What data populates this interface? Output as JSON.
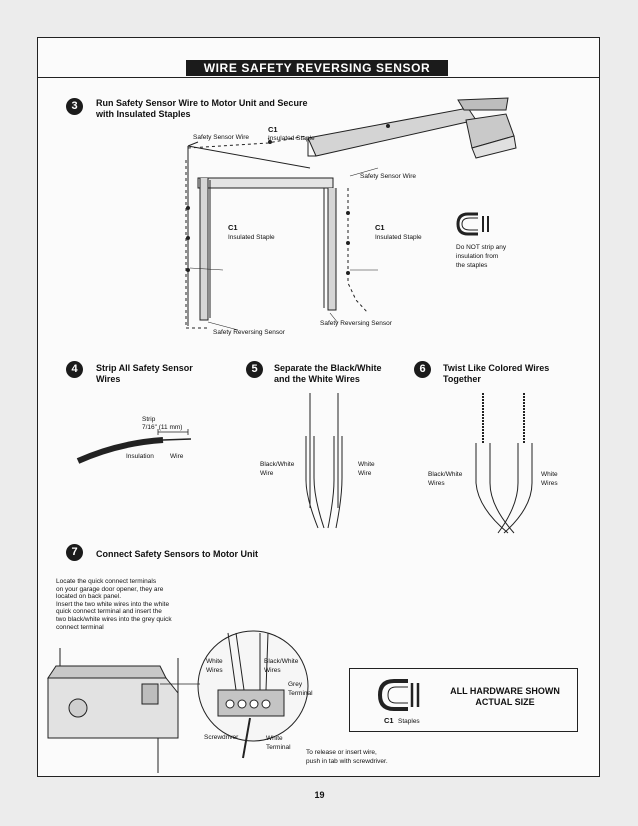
{
  "title": "WIRE SAFETY REVERSING SENSOR",
  "step3": {
    "number": "3",
    "title_line1": "Run Safety Sensor Wire to Motor Unit and Secure",
    "title_line2": "with Insulated Staples",
    "safety_sensor_wire_top": "Safety Sensor Wire",
    "c1_top": "C1",
    "insulated_staple_top": "Insulated Staple",
    "safety_sensor_wire_right": "Safety Sensor Wire",
    "c1_left": "C1",
    "insulated_staple_left": "Insulated Staple",
    "c1_right": "C1",
    "insulated_staple_right": "Insulated Staple",
    "do_not_strip_1": "Do NOT strip any",
    "do_not_strip_2": "insulation from",
    "do_not_strip_3": "the staples",
    "sensor_left": "Safety Reversing Sensor",
    "sensor_right": "Safety Reversing Sensor"
  },
  "step4": {
    "number": "4",
    "title_line1": "Strip All Safety Sensor",
    "title_line2": "Wires",
    "strip": "Strip",
    "strip_length": "7/16\" (11 mm)",
    "insulation": "Insulation",
    "wire": "Wire"
  },
  "step5": {
    "number": "5",
    "title_line1": "Separate the Black/White",
    "title_line2": "and the White Wires",
    "bw_1": "Black/White",
    "bw_2": "Wire",
    "w_1": "White",
    "w_2": "Wire"
  },
  "step6": {
    "number": "6",
    "title_line1": "Twist Like Colored Wires",
    "title_line2": "Together",
    "bw_1": "Black/White",
    "bw_2": "Wires",
    "w_1": "White",
    "w_2": "Wires"
  },
  "step7": {
    "number": "7",
    "title": "Connect Safety Sensors to Motor Unit",
    "text_1": "Locate the quick connect terminals",
    "text_2": "on your garage door opener, they are",
    "text_3": "located on back panel.",
    "text_4": "Insert the two white wires into the white",
    "text_5": "quick connect terminal and insert the",
    "text_6": "two black/white wires into the grey quick",
    "text_7": "connect terminal",
    "white_wires_1": "White",
    "white_wires_2": "Wires",
    "bw_wires_1": "Black/White",
    "bw_wires_2": "Wires",
    "grey_terminal_1": "Grey",
    "grey_terminal_2": "Terminal",
    "screwdriver": "Screwdriver",
    "white_terminal_1": "White",
    "white_terminal_2": "Terminal",
    "release_1": "To release or insert wire,",
    "release_2": "push in tab with screwdriver."
  },
  "hardware": {
    "line1": "ALL HARDWARE SHOWN",
    "line2": "ACTUAL SIZE",
    "c1": "C1",
    "staples": "Staples"
  },
  "page_number": "19"
}
